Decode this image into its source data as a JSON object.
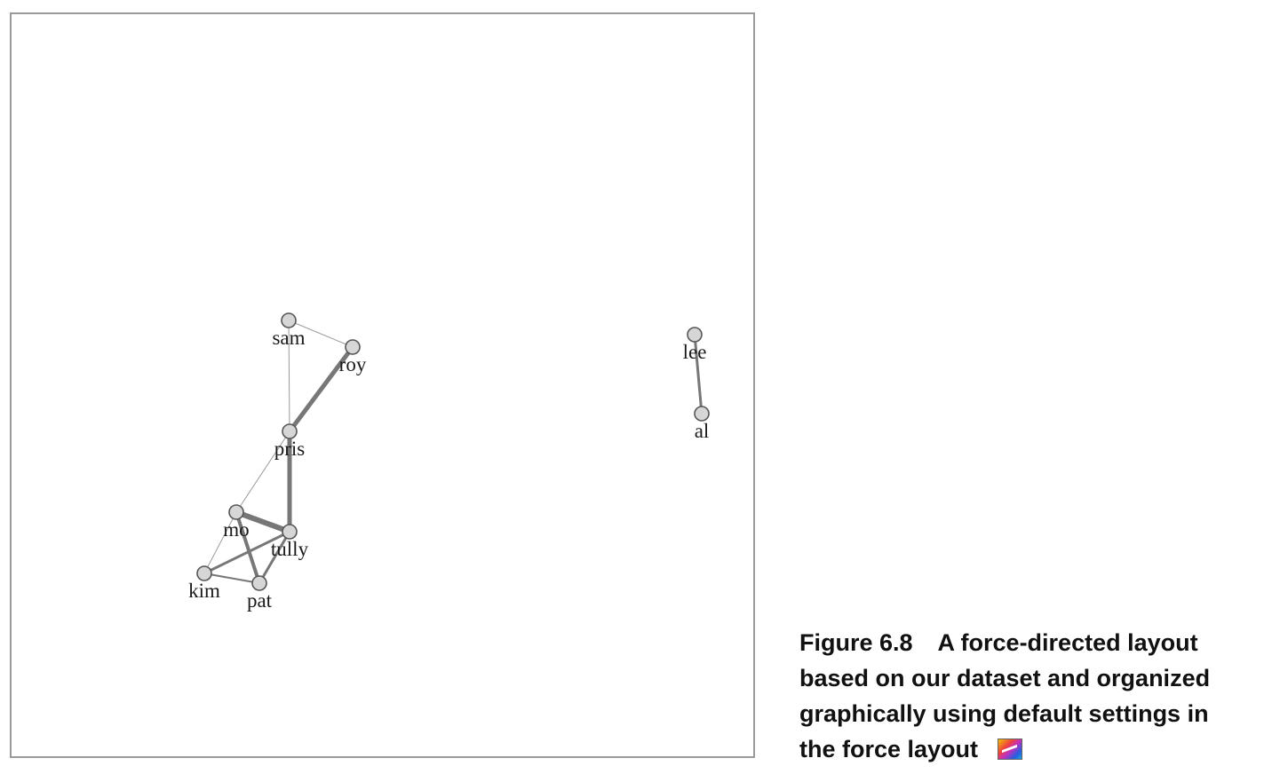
{
  "figure": {
    "caption_number": "Figure 6.8",
    "caption_text_lines": [
      "A force-directed layout",
      "based on our dataset and organized",
      "graphically using default settings in",
      "the force layout"
    ],
    "color_icon": "color-figure-icon"
  },
  "graph": {
    "nodes": [
      {
        "id": "sam",
        "label": "sam"
      },
      {
        "id": "roy",
        "label": "roy"
      },
      {
        "id": "pris",
        "label": "pris"
      },
      {
        "id": "mo",
        "label": "mo"
      },
      {
        "id": "tully",
        "label": "tully"
      },
      {
        "id": "kim",
        "label": "kim"
      },
      {
        "id": "pat",
        "label": "pat"
      },
      {
        "id": "lee",
        "label": "lee"
      },
      {
        "id": "al",
        "label": "al"
      }
    ],
    "edges": [
      {
        "source": "sam",
        "target": "roy",
        "weight": 1
      },
      {
        "source": "sam",
        "target": "pris",
        "weight": 1
      },
      {
        "source": "roy",
        "target": "pris",
        "weight": 5
      },
      {
        "source": "pris",
        "target": "mo",
        "weight": 1
      },
      {
        "source": "pris",
        "target": "tully",
        "weight": 5
      },
      {
        "source": "mo",
        "target": "tully",
        "weight": 6
      },
      {
        "source": "mo",
        "target": "kim",
        "weight": 1
      },
      {
        "source": "mo",
        "target": "pat",
        "weight": 4
      },
      {
        "source": "tully",
        "target": "kim",
        "weight": 3
      },
      {
        "source": "tully",
        "target": "pat",
        "weight": 3
      },
      {
        "source": "kim",
        "target": "pat",
        "weight": 2
      },
      {
        "source": "lee",
        "target": "al",
        "weight": 3
      }
    ],
    "colors": {
      "edge": "#777777",
      "node_fill": "#d6d6d6",
      "node_stroke": "#555555"
    }
  }
}
